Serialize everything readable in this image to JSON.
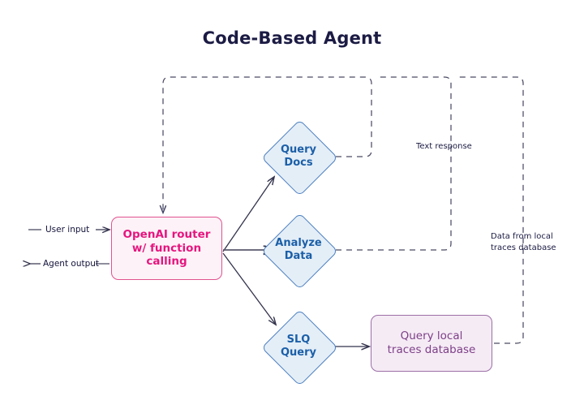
{
  "diagram": {
    "title": "Code-Based Agent",
    "nodes": {
      "router": "OpenAI router w/ function calling",
      "query_docs_line1": "Query",
      "query_docs_line2": "Docs",
      "analyze_line1": "Analyze",
      "analyze_line2": "Data",
      "slq_line1": "SLQ",
      "slq_line2": "Query",
      "db_line1": "Query local",
      "db_line2": "traces database"
    },
    "labels": {
      "user_input": "User input",
      "agent_output": "Agent output",
      "text_response": "Text response",
      "data_from_local_line1": "Data from local",
      "data_from_local_line2": "traces database"
    },
    "colors": {
      "title": "#1b1b44",
      "router_fill": "#fdf2f7",
      "router_border": "#e0538f",
      "router_text": "#e6157f",
      "diamond_fill": "#e4eef7",
      "diamond_border": "#4b7fc0",
      "diamond_text": "#1b5fa8",
      "db_fill": "#f5ebf5",
      "db_border": "#9c6fa6",
      "db_text": "#7d3f87",
      "solid_edge": "#3a3a55",
      "dashed_edge": "#4a4a63",
      "background": "#ffffff"
    }
  }
}
